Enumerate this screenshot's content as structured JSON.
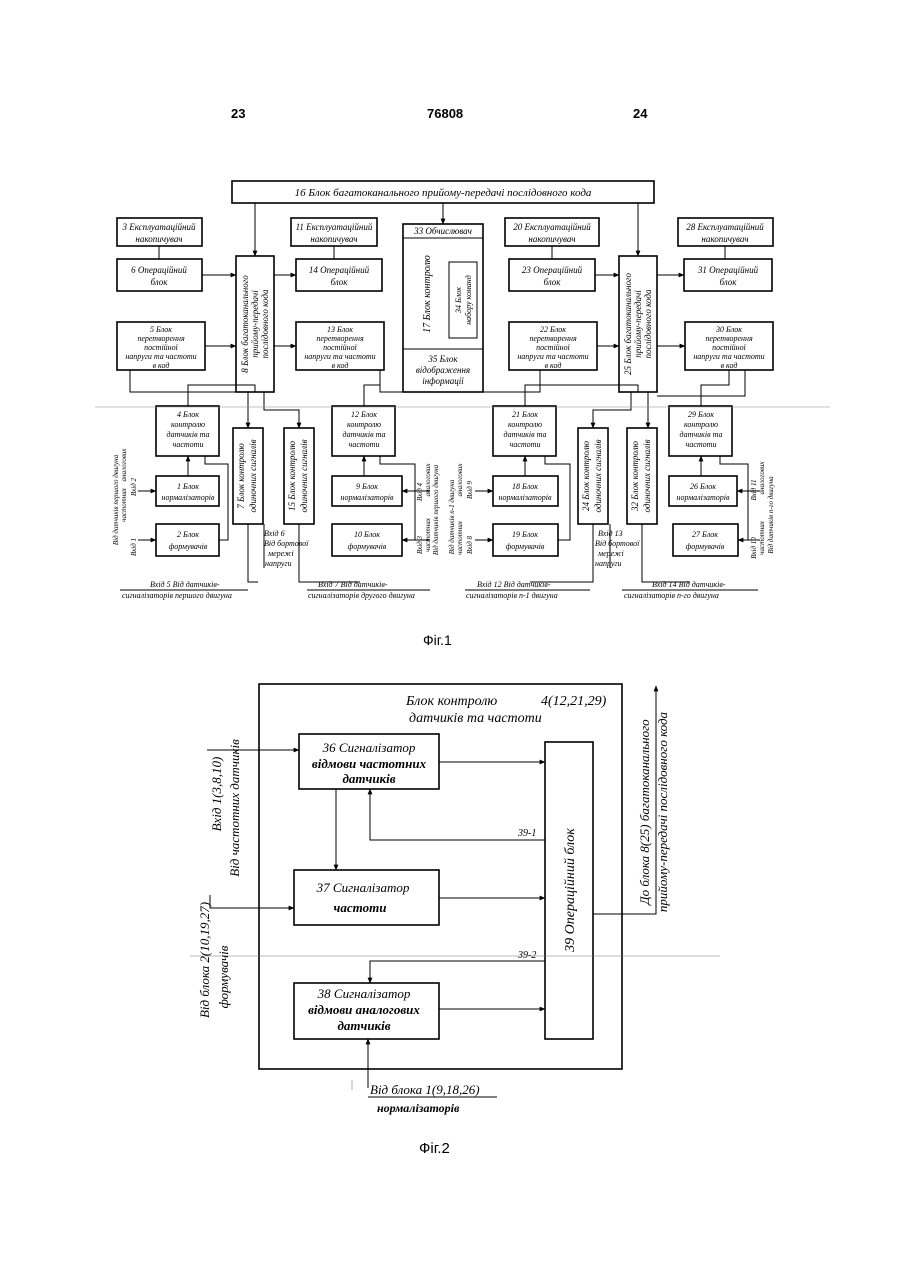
{
  "header": {
    "left_page": "23",
    "patent_number": "76808",
    "right_page": "24"
  },
  "figure1": {
    "caption": "Фіг.1",
    "bus": "16  Блок багатоканального прийому-передачі послідовного кода",
    "storage": [
      "3 Експлуатаційний",
      "накопичувач",
      "11 Експлуатаційний",
      "накопичувач",
      "20 Експлуатаційний",
      "накопичувач",
      "28 Експлуатаційний",
      "накопичувач"
    ],
    "operational": [
      "6  Операційний",
      "блок",
      "14  Операційний",
      "блок",
      "23  Операційний",
      "блок",
      "31  Операційний",
      "блок"
    ],
    "computer": [
      "33  Обчислювач",
      "17 Блок контролю",
      "34  Блок",
      "набору команд",
      "35  Блок",
      "відображення",
      "інформації"
    ],
    "converters": {
      "c5": [
        "5        Блок",
        "перетворення",
        "постійної",
        "напруги та частоти",
        "в код"
      ],
      "c13": [
        "13        Блок",
        "перетворення",
        "постійної",
        "напруги та частоти",
        "в код"
      ],
      "c22": [
        "22        Блок",
        "перетворення",
        "постійної",
        "напруги та частоти",
        "в код"
      ],
      "c30": [
        "30        Блок",
        "перетворення",
        "постійної",
        "напруги та частоти",
        "в код"
      ]
    },
    "vertical_blocks": {
      "b8": [
        "8  Блок багатоканального",
        "прийому-передачі",
        "послідовного кода"
      ],
      "b25": [
        "25  Блок багатоканального",
        "прийому-передачі",
        "послідовного кода"
      ],
      "b7": [
        "7  Блок контролю",
        "одиночних сигналів"
      ],
      "b15": [
        "15  Блок контролю",
        "одиночних сигналів"
      ],
      "b24": [
        "24  Блок контролю",
        "одиночних сигналів"
      ],
      "b32": [
        "32  Блок контролю",
        "одиночних сигналів"
      ]
    },
    "sensor_blocks": [
      [
        "4      Блок",
        "контролю",
        "датчиків та",
        "частоти"
      ],
      [
        "12    Блок",
        "контролю",
        "датчиків та",
        "частоти"
      ],
      [
        "21    Блок",
        "контролю",
        "датчиків та",
        "частоти"
      ],
      [
        "29    Блок",
        "контролю",
        "датчиків та",
        "частоти"
      ]
    ],
    "normalizers": [
      [
        "1       Блок",
        "нормалізаторів"
      ],
      [
        "9       Блок",
        "нормалізаторів"
      ],
      [
        "18      Блок",
        "нормалізаторів"
      ],
      [
        "26      Блок",
        "нормалізаторів"
      ]
    ],
    "shapers": [
      [
        "2       Блок",
        "формувачів"
      ],
      [
        "10      Блок",
        "формувачів"
      ],
      [
        "19      Блок",
        "формувачів"
      ],
      [
        "27      Блок",
        "формувачів"
      ]
    ],
    "inputs": {
      "left": [
        "Від датчиків першого двигуна",
        "частотних",
        "аналогових",
        "Вхід 2",
        "Вхід 1"
      ],
      "mid1": [
        "Вхід 4",
        "аналогових",
        "частотних",
        "Вхід 3",
        "Від датчиків першого двигуна"
      ],
      "mid2": [
        "Від датчиків n-1 двигуна",
        "частотних",
        "аналогових",
        "Вхід 9",
        "Вхід 8"
      ],
      "right": [
        "Вхід 11",
        "аналогових",
        "частотних",
        "Вхід 10",
        "Від датчиків n-го двигуна"
      ],
      "board1": [
        "Вхід 6",
        "Від бортової",
        "мережі",
        "напруги"
      ],
      "board2": [
        "Вхід 13",
        "Від бортової",
        "мережі",
        "напруги"
      ],
      "bottom": [
        [
          "Вхід 5   Від датчиків-",
          "сигналізаторів першого двигуна"
        ],
        [
          "Вхід 7   Від датчиків-",
          "сигналізаторів другого двигуна"
        ],
        [
          "Вхід 12   Від датчиків-",
          "сигналізаторів n-1 двигуна"
        ],
        [
          "Вхід 14   Від датчиків-",
          "сигналізаторів n-го двигуна"
        ]
      ]
    }
  },
  "figure2": {
    "caption": "Фіг.2",
    "frame_title": [
      "Блок контролю",
      "датчиків та частоти"
    ],
    "frame_ref": "4(12,21,29)",
    "s36": [
      "36  Сигналізатор",
      "відмови частотних",
      "датчиків"
    ],
    "s37": [
      "37  Сигналізатор",
      "частоти"
    ],
    "s38": [
      "38  Сигналізатор",
      "відмови аналогових",
      "датчиків"
    ],
    "op39": "39     Операційний блок",
    "wire1": "39-1",
    "wire2": "39-2",
    "in_top": [
      "Вхід 1(3,8,10)",
      "Від частотних датчиків"
    ],
    "in_mid": [
      "Від блока 2(10,19,27)",
      "формувачів"
    ],
    "in_bottom": [
      "Від блока 1(9,18,26)",
      "нормалізаторів"
    ],
    "out_right": [
      "До блока 8(25) багатоканального",
      "прийому-передачі послідовного кода"
    ]
  }
}
